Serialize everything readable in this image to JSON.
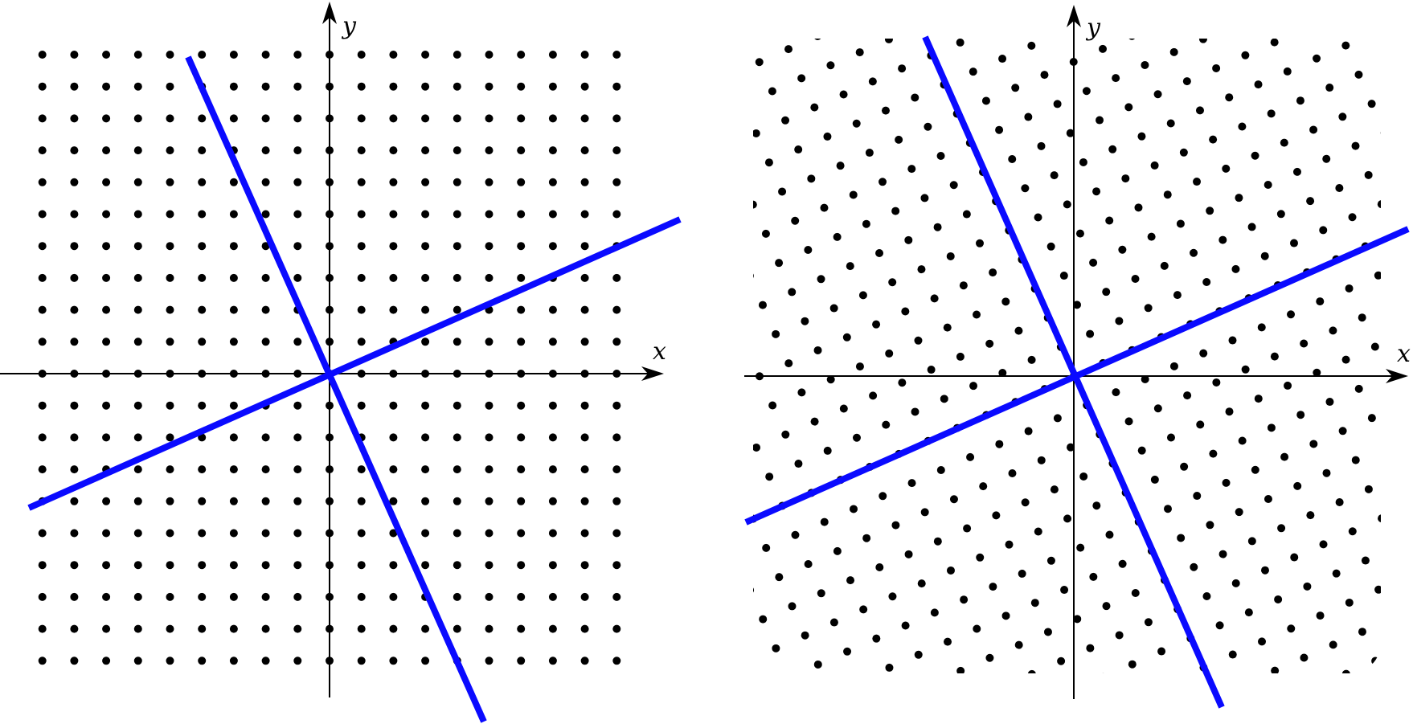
{
  "panels": [
    {
      "id": "left",
      "name": "square-lattice-panel",
      "x_axis_label": "x",
      "y_axis_label": "y",
      "lattice": "square",
      "rotation_deg": 0
    },
    {
      "id": "right",
      "name": "rotated-lattice-panel",
      "x_axis_label": "x",
      "y_axis_label": "y",
      "lattice": "square",
      "rotation_deg": -24
    }
  ],
  "colors": {
    "dots": "#000000",
    "axes": "#000000",
    "lines": "#0a0aff",
    "background": "#ffffff"
  }
}
